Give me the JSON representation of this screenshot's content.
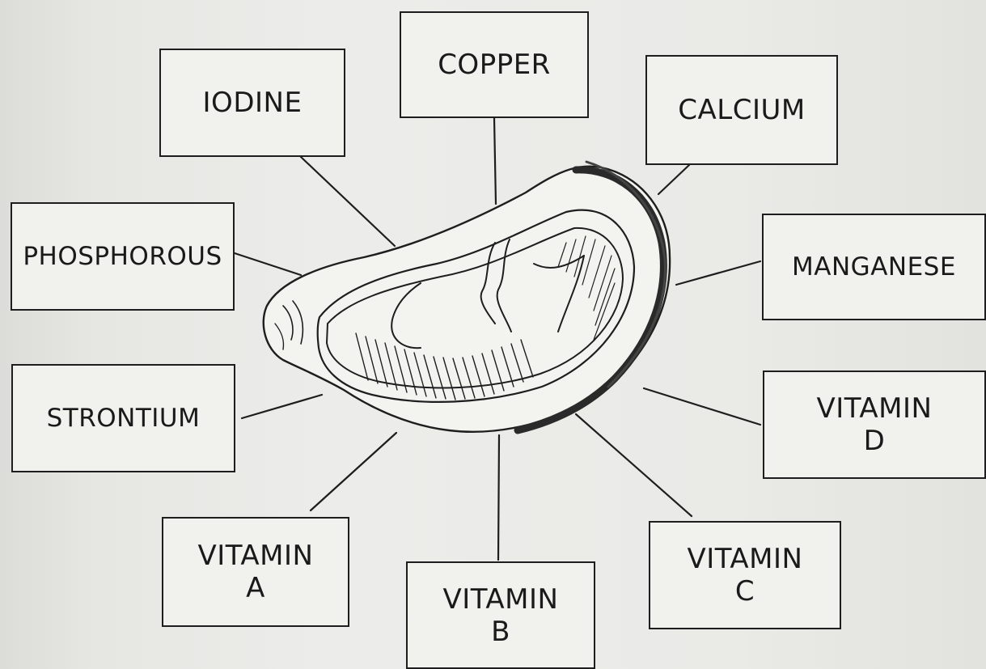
{
  "nutrients": {
    "iodine": "IODINE",
    "copper": "COPPER",
    "calcium": "CALCIUM",
    "phosphorous": "PHOSPHOROUS",
    "manganese": "MANGANESE",
    "strontium": "STRONTIUM",
    "vitamin_d": "VITAMIN\nD",
    "vitamin_a": "VITAMIN\nA",
    "vitamin_b": "VITAMIN\nB",
    "vitamin_c": "VITAMIN\nC"
  },
  "colors": {
    "ink": "#1e1e1e",
    "paper": "#ececea"
  }
}
